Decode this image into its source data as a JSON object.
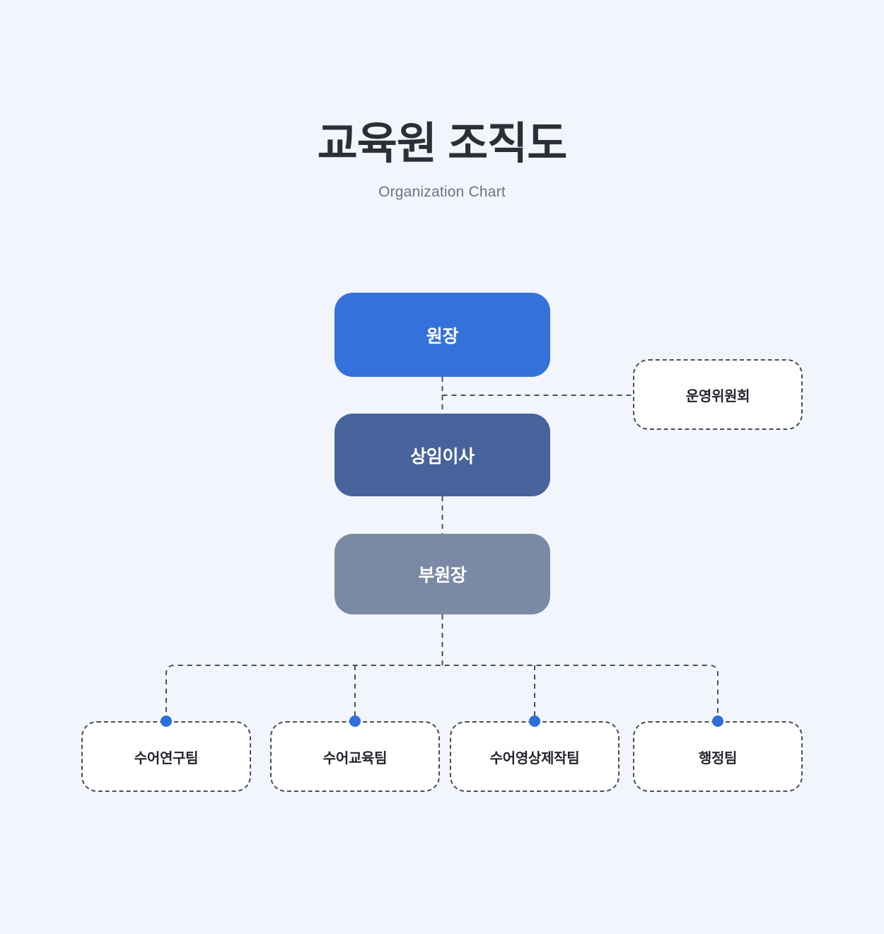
{
  "page": {
    "background_color": "#f2f5fb"
  },
  "header": {
    "title": "교육원 조직도",
    "subtitle": "Organization Chart"
  },
  "colors": {
    "director": "#3571db",
    "executive": "#46639c",
    "deputy": "#7b8aa4",
    "dot": "#2f6fdc",
    "dashed_border": "#4b4f57",
    "node_text_light": "#ffffff",
    "node_text_dark": "#23262c",
    "title_text": "#2b2f36",
    "subtitle_text": "#6d7480"
  },
  "chart_data": {
    "type": "diagram",
    "diagram_type": "organization-chart",
    "title": "교육원 조직도",
    "subtitle": "Organization Chart",
    "nodes": [
      {
        "id": "director",
        "label": "원장",
        "level": 1,
        "style": "solid",
        "color": "#3571db"
      },
      {
        "id": "committee",
        "label": "운영위원회",
        "level": 1,
        "style": "dashed",
        "relation": "advisory"
      },
      {
        "id": "executive",
        "label": "상임이사",
        "level": 2,
        "style": "solid",
        "color": "#46639c"
      },
      {
        "id": "deputy",
        "label": "부원장",
        "level": 3,
        "style": "solid",
        "color": "#7b8aa4"
      },
      {
        "id": "team1",
        "label": "수어연구팀",
        "level": 4,
        "style": "dashed"
      },
      {
        "id": "team2",
        "label": "수어교육팀",
        "level": 4,
        "style": "dashed"
      },
      {
        "id": "team3",
        "label": "수어영상제작팀",
        "level": 4,
        "style": "dashed"
      },
      {
        "id": "team4",
        "label": "행정팀",
        "level": 4,
        "style": "dashed"
      }
    ],
    "edges": [
      {
        "from": "director",
        "to": "executive",
        "style": "dashed"
      },
      {
        "from": "director",
        "to": "committee",
        "style": "dashed",
        "kind": "lateral"
      },
      {
        "from": "executive",
        "to": "deputy",
        "style": "dashed"
      },
      {
        "from": "deputy",
        "to": "team1",
        "style": "dashed"
      },
      {
        "from": "deputy",
        "to": "team2",
        "style": "dashed"
      },
      {
        "from": "deputy",
        "to": "team3",
        "style": "dashed"
      },
      {
        "from": "deputy",
        "to": "team4",
        "style": "dashed"
      }
    ]
  },
  "nodes": {
    "director": {
      "label": "원장"
    },
    "committee": {
      "label": "운영위원회"
    },
    "executive": {
      "label": "상임이사"
    },
    "deputy": {
      "label": "부원장"
    },
    "teams": [
      {
        "label": "수어연구팀"
      },
      {
        "label": "수어교육팀"
      },
      {
        "label": "수어영상제작팀"
      },
      {
        "label": "행정팀"
      }
    ]
  }
}
